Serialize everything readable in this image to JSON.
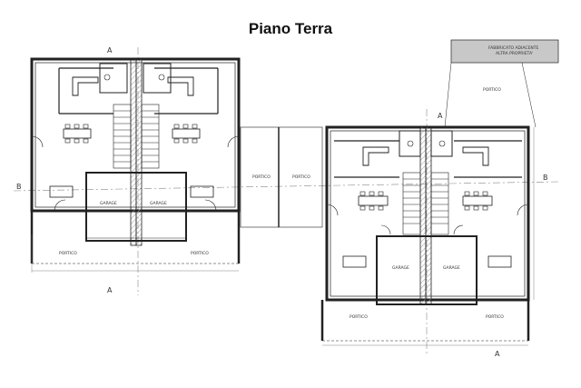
{
  "page": {
    "title": "Piano Terra"
  },
  "labels": {
    "neighbor_line1": "FABBRICATO ADIACENTE",
    "neighbor_line2": "ALTRA PROPRIETA'",
    "portico": "PORTICO",
    "garage": "GARAGE",
    "section_a": "A",
    "section_b": "B"
  },
  "colors": {
    "line": "#222222",
    "hatch": "#9a9a9a",
    "neighbor_fill": "#c8c8c8"
  }
}
